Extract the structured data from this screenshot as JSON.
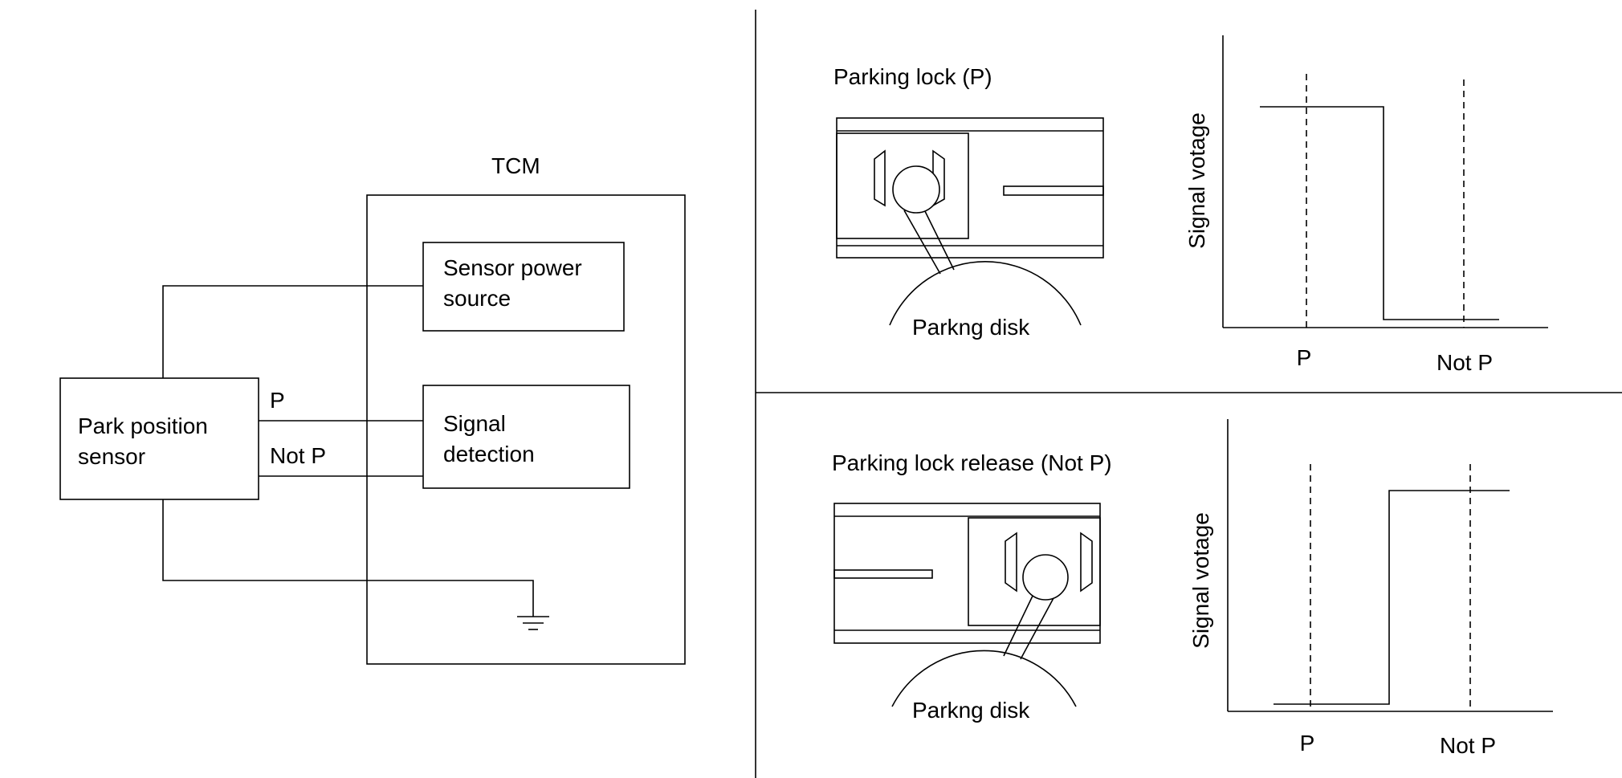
{
  "circuit": {
    "tcm_label": "TCM",
    "sensor_power_line1": "Sensor power",
    "sensor_power_line2": "source",
    "park_sensor_line1": "Park position",
    "park_sensor_line2": "sensor",
    "signal_det_line1": "Signal",
    "signal_det_line2": "detection",
    "wire_p_label": "P",
    "wire_notp_label": "Not P"
  },
  "panel_top": {
    "title": "Parking lock (P)",
    "disk_label": "Parkng disk",
    "y_axis_label": "Signal votage",
    "x_tick_p": "P",
    "x_tick_notp": "Not P"
  },
  "panel_bottom": {
    "title": "Parking lock release (Not P)",
    "disk_label": "Parkng disk",
    "y_axis_label": "Signal votage",
    "x_tick_p": "P",
    "x_tick_notp": "Not P"
  },
  "colors": {
    "line": "#000000",
    "background": "#ffffff"
  }
}
